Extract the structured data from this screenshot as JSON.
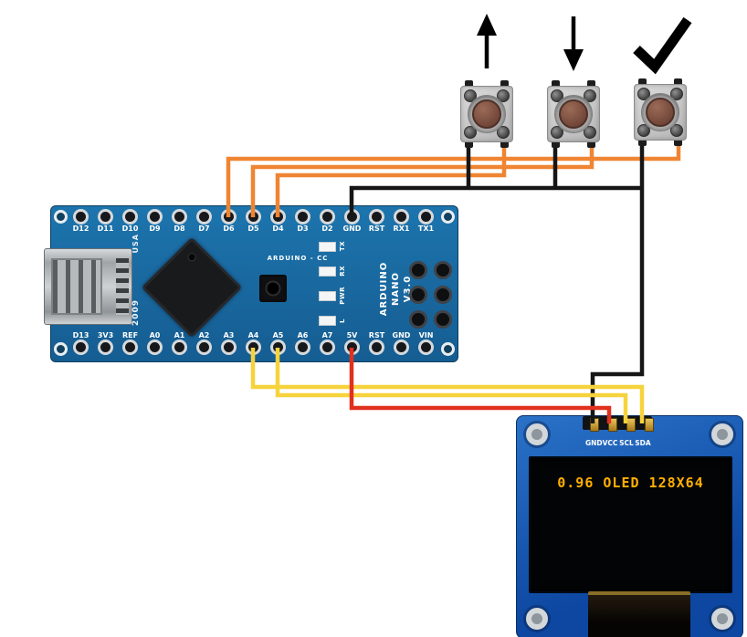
{
  "diagram": {
    "buttons": [
      {
        "name": "up",
        "icon": "arrow-up-icon"
      },
      {
        "name": "down",
        "icon": "arrow-down-icon"
      },
      {
        "name": "confirm",
        "icon": "check-icon"
      }
    ],
    "wire_colors": {
      "orange": "#ef8532",
      "black": "#161616",
      "yellow": "#f6d33c",
      "red": "#e0301e"
    },
    "connections": [
      {
        "from": "D6",
        "to": "button-confirm",
        "color": "orange"
      },
      {
        "from": "D5",
        "to": "button-down",
        "color": "orange"
      },
      {
        "from": "D4",
        "to": "button-up",
        "color": "orange"
      },
      {
        "from": "GND",
        "to": "buttons-common and OLED GND",
        "color": "black"
      },
      {
        "from": "A4",
        "to": "OLED SDA",
        "color": "yellow"
      },
      {
        "from": "A5",
        "to": "OLED SCL",
        "color": "yellow"
      },
      {
        "from": "5V",
        "to": "OLED VCC",
        "color": "red"
      }
    ]
  },
  "arduino": {
    "top_pins": [
      "D12",
      "D11",
      "D10",
      "D9",
      "D8",
      "D7",
      "D6",
      "D5",
      "D4",
      "D3",
      "D2",
      "GND",
      "RST",
      "RX1",
      "TX1"
    ],
    "bottom_pins": [
      "D13",
      "3V3",
      "REF",
      "A0",
      "A1",
      "A2",
      "A3",
      "A4",
      "A5",
      "A6",
      "A7",
      "5V",
      "RST",
      "GND",
      "VIN"
    ],
    "silk": {
      "cc": "ARDUINO - CC",
      "usa": "USA",
      "year": "2009",
      "brand": [
        "ARDUINO",
        "NANO",
        "V3.0"
      ],
      "led_labels": [
        "TX",
        "RX",
        "PWR",
        "L"
      ]
    },
    "board_color": "#1a6aa0"
  },
  "oled": {
    "pin_labels": [
      "GND",
      "VCC",
      "SCL",
      "SDA"
    ],
    "screen_text": "0.96 OLED 128X64",
    "screen_text_color": "#ffb000",
    "board_color": "#1565c0"
  }
}
